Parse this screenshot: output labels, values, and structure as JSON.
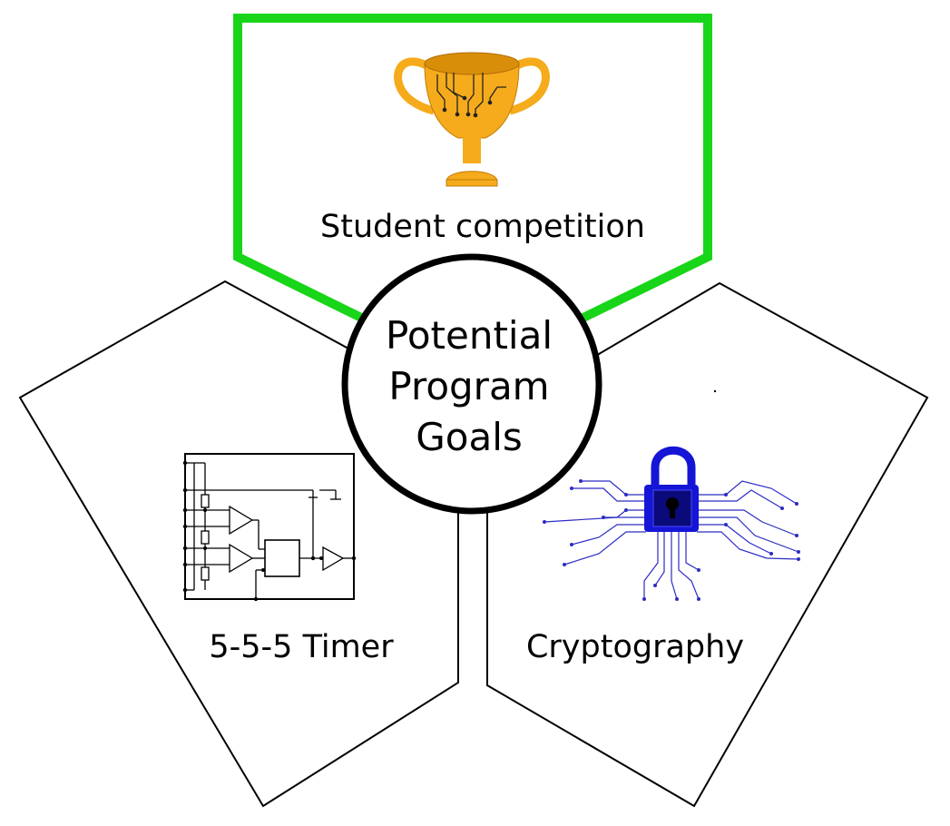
{
  "center": {
    "title_lines": [
      "Potential",
      "Program",
      "Goals"
    ]
  },
  "petals": {
    "top": {
      "label": "Student competition",
      "icon": "trophy-icon",
      "highlighted": true
    },
    "left": {
      "label": "5-5-5 Timer",
      "icon": "timer-circuit-icon"
    },
    "right": {
      "label": "Cryptography",
      "icon": "circuit-padlock-icon"
    }
  },
  "colors": {
    "highlight": "#19d519",
    "outline": "#000000",
    "trophy_gold": "#f5ab1b",
    "trophy_rim": "#d98e0a",
    "circuit_blue": "#2c2cc4",
    "lock_blue": "#1515d6"
  }
}
